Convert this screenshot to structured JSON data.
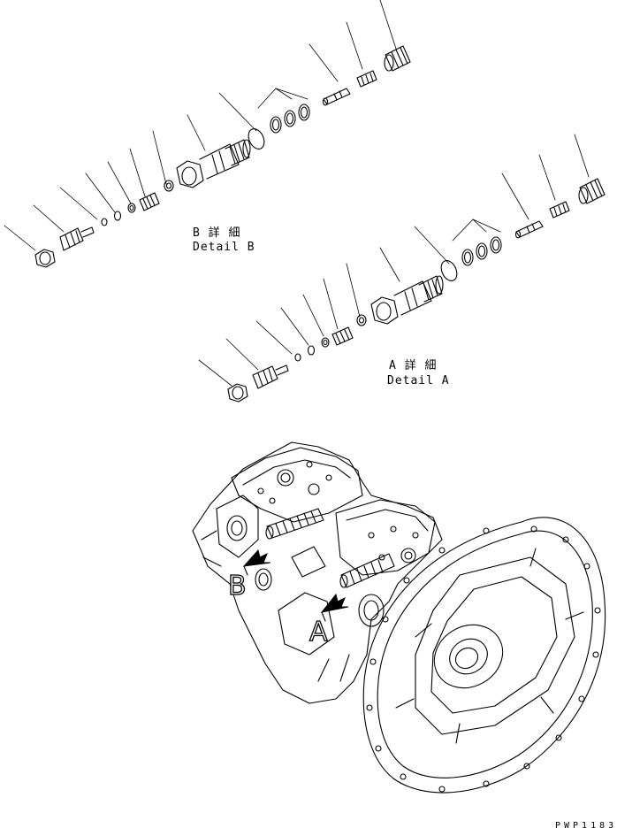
{
  "detail_b": {
    "jp": "B 詳 細",
    "en": "Detail B"
  },
  "detail_a": {
    "jp": "A 詳 細",
    "en": "Detail A"
  },
  "callout_b": "B",
  "callout_a": "A",
  "drawing_code": "PWP1183"
}
